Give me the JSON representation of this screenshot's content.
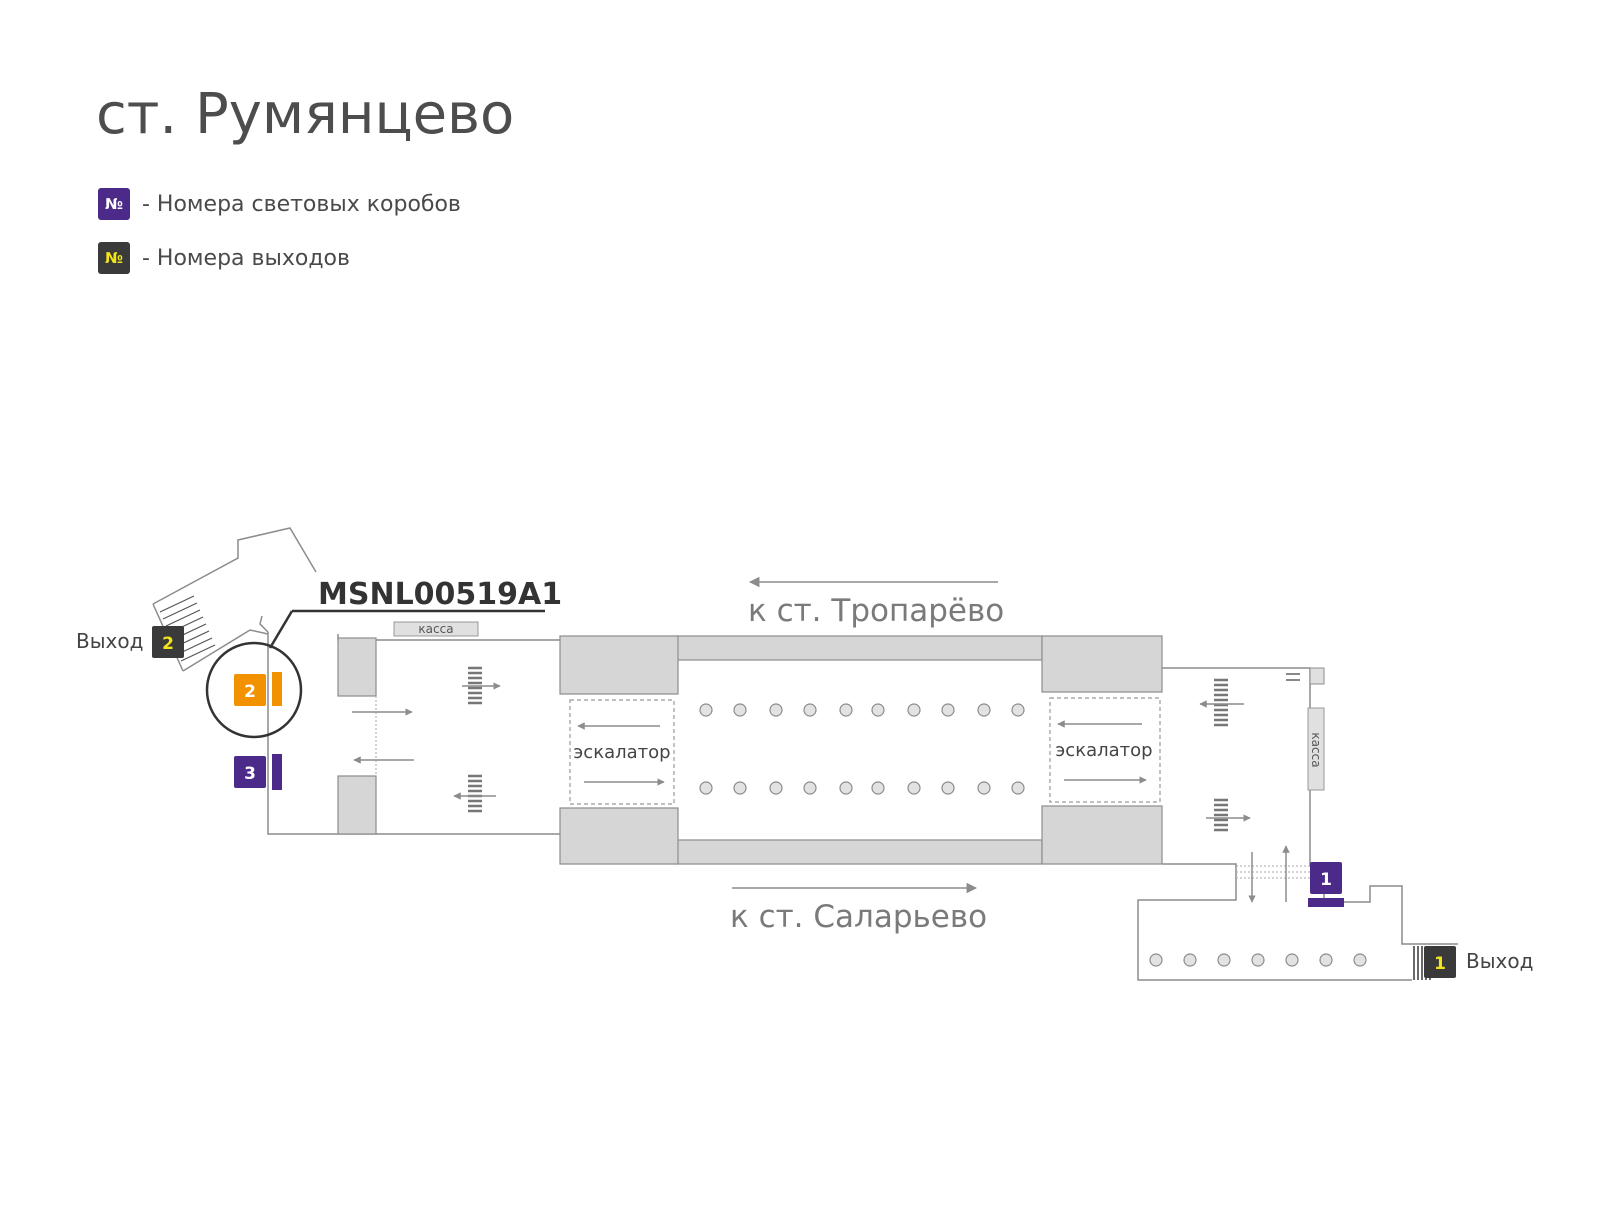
{
  "title": "ст. Румянцево",
  "legend": {
    "items": [
      {
        "symbol": "№",
        "label": "- Номера световых коробов",
        "bg": "#4b2a8a",
        "fg": "#ffffff"
      },
      {
        "symbol": "№",
        "label": "- Номера выходов",
        "bg": "#3a3a3a",
        "fg": "#f2e51b"
      }
    ]
  },
  "map": {
    "highlight_code": "MSNL00519A1",
    "directions": {
      "top": "к ст. Тропарёво",
      "bottom": "к ст. Саларьево"
    },
    "escalator_label": "эскалатор",
    "ticket_label": "касса",
    "exits": [
      {
        "label": "Выход",
        "number": "2"
      },
      {
        "label": "Выход",
        "number": "1"
      }
    ],
    "lightboxes": [
      {
        "number": "2",
        "highlighted": true
      },
      {
        "number": "3",
        "highlighted": false
      },
      {
        "number": "1",
        "highlighted": false
      }
    ],
    "colors": {
      "lightbox": "#4b2a8a",
      "lightbox_highlight": "#f39200",
      "exit_badge": "#3a3a3a",
      "exit_number": "#f2e51b",
      "wall": "#d6d6d6",
      "wall_stroke": "#8c8c8c",
      "column": "#dedede",
      "arrow": "#8c8c8c"
    }
  }
}
